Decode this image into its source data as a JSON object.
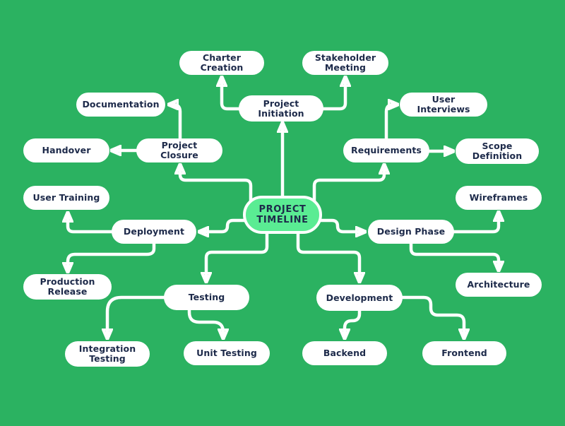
{
  "colors": {
    "background": "#2bb261",
    "node_fill": "#ffffff",
    "center_fill": "#5aec93",
    "text": "#1d2a4a",
    "connector": "#ffffff"
  },
  "nodes": {
    "project_timeline": {
      "label": "PROJECT\nTIMELINE"
    },
    "project_initiation": {
      "label": "Project\nInitiation"
    },
    "charter_creation": {
      "label": "Charter\nCreation"
    },
    "stakeholder_meeting": {
      "label": "Stakeholder\nMeeting"
    },
    "requirements": {
      "label": "Requirements"
    },
    "user_interviews": {
      "label": "User Interviews"
    },
    "scope_definition": {
      "label": "Scope\nDefinition"
    },
    "design_phase": {
      "label": "Design Phase"
    },
    "wireframes": {
      "label": "Wireframes"
    },
    "architecture": {
      "label": "Architecture"
    },
    "development": {
      "label": "Development"
    },
    "backend": {
      "label": "Backend"
    },
    "frontend": {
      "label": "Frontend"
    },
    "testing": {
      "label": "Testing"
    },
    "integration_testing": {
      "label": "Integration\nTesting"
    },
    "unit_testing": {
      "label": "Unit Testing"
    },
    "deployment": {
      "label": "Deployment"
    },
    "user_training": {
      "label": "User Training"
    },
    "production_release": {
      "label": "Production\nRelease"
    },
    "project_closure": {
      "label": "Project Closure"
    },
    "documentation": {
      "label": "Documentation"
    },
    "handover": {
      "label": "Handover"
    }
  },
  "edges": [
    {
      "from": "project_timeline",
      "to": "project_initiation"
    },
    {
      "from": "project_initiation",
      "to": "charter_creation"
    },
    {
      "from": "project_initiation",
      "to": "stakeholder_meeting"
    },
    {
      "from": "project_timeline",
      "to": "requirements"
    },
    {
      "from": "requirements",
      "to": "user_interviews"
    },
    {
      "from": "requirements",
      "to": "scope_definition"
    },
    {
      "from": "project_timeline",
      "to": "design_phase"
    },
    {
      "from": "design_phase",
      "to": "wireframes"
    },
    {
      "from": "design_phase",
      "to": "architecture"
    },
    {
      "from": "project_timeline",
      "to": "development"
    },
    {
      "from": "development",
      "to": "backend"
    },
    {
      "from": "development",
      "to": "frontend"
    },
    {
      "from": "project_timeline",
      "to": "testing"
    },
    {
      "from": "testing",
      "to": "integration_testing"
    },
    {
      "from": "testing",
      "to": "unit_testing"
    },
    {
      "from": "project_timeline",
      "to": "deployment"
    },
    {
      "from": "deployment",
      "to": "user_training"
    },
    {
      "from": "deployment",
      "to": "production_release"
    },
    {
      "from": "project_timeline",
      "to": "project_closure"
    },
    {
      "from": "project_closure",
      "to": "documentation"
    },
    {
      "from": "project_closure",
      "to": "handover"
    }
  ]
}
